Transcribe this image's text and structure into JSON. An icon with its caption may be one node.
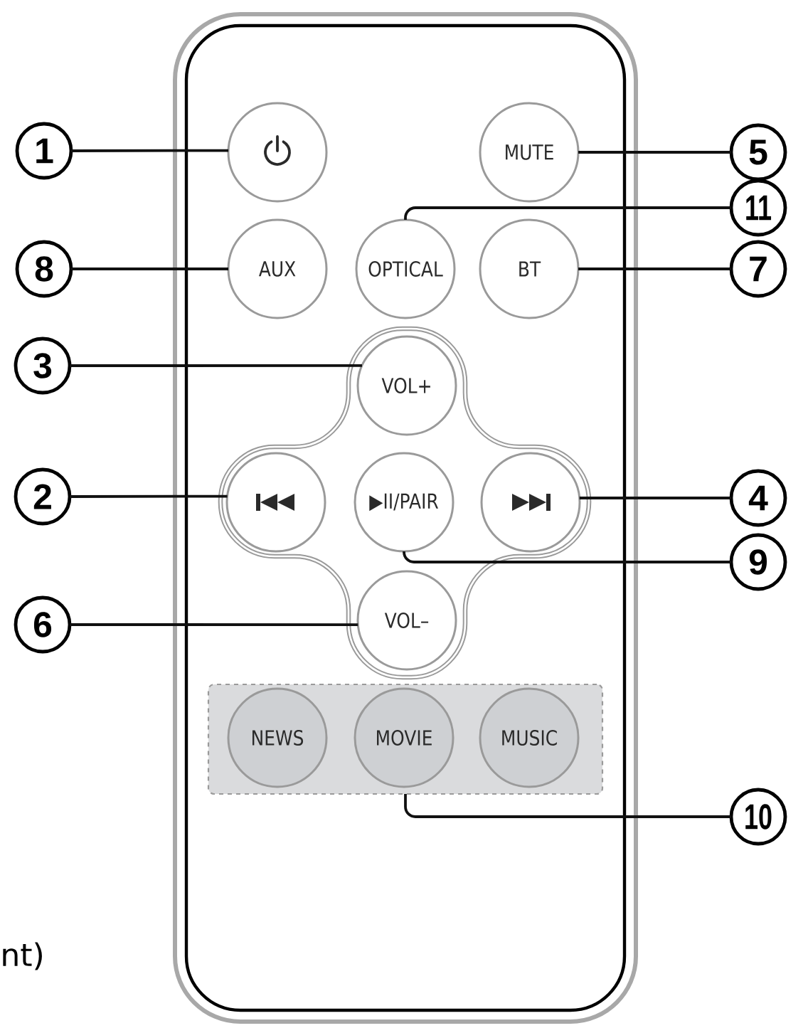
{
  "diagram": {
    "nodes": [
      {
        "text": [
          "1"
        ]
      },
      {
        "text": [],
        "shape": "circle"
      },
      {
        "text": [
          "MUTE"
        ]
      },
      {
        "text": [
          "5"
        ]
      },
      {
        "text": [
          "11"
        ]
      },
      {
        "text": [
          "8"
        ]
      },
      {
        "text": [
          "AUX"
        ]
      },
      {
        "text": [
          "OPTICAL"
        ]
      },
      {
        "text": [
          "BT"
        ]
      },
      {
        "text": [
          "7"
        ]
      },
      {
        "text": [
          "3"
        ]
      },
      {
        "text": [
          "VOL+"
        ]
      },
      {
        "text": [
          "2"
        ]
      },
      {
        "text": [],
        "shape": "circle"
      },
      {
        "text": [
          "▶II/PAIR"
        ]
      },
      {
        "text": [],
        "shape": "circle"
      },
      {
        "text": [
          "4"
        ]
      },
      {
        "text": [
          "9"
        ]
      },
      {
        "text": [
          "6"
        ]
      },
      {
        "text": [
          "VOL–"
        ]
      },
      {
        "text": [],
        "shape": "box"
      },
      {
        "text": [
          "NEWS"
        ],
        "in": 20
      },
      {
        "text": [
          "MOVIE"
        ],
        "in": 20
      },
      {
        "text": [
          "MUSIC"
        ],
        "in": 20
      },
      {
        "text": [
          "10"
        ]
      }
    ],
    "edges": [
      {
        "from": 0,
        "to": 1,
        "arrow": "none"
      },
      {
        "from": 3,
        "to": 2,
        "arrow": "none"
      },
      {
        "from": 4,
        "to": 7,
        "arrow": "none"
      },
      {
        "from": 5,
        "to": 6,
        "arrow": "none"
      },
      {
        "from": 9,
        "to": 8,
        "arrow": "none"
      },
      {
        "from": 10,
        "to": 11,
        "arrow": "none"
      },
      {
        "from": 12,
        "to": 13,
        "arrow": "none"
      },
      {
        "from": 16,
        "to": 15,
        "arrow": "none"
      },
      {
        "from": 17,
        "to": 14,
        "arrow": "none"
      },
      {
        "from": 18,
        "to": 19,
        "arrow": "none"
      },
      {
        "from": 24,
        "to": 20,
        "arrow": "none"
      }
    ],
    "labels": [
      "nt)"
    ]
  }
}
